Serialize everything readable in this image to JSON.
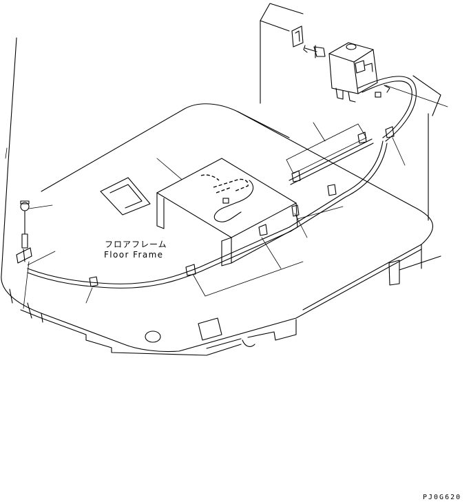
{
  "labels": {
    "floor_frame_jp": "フロアフレーム",
    "floor_frame_en": "Floor Frame",
    "drawing_code": "PJ0G620"
  },
  "colors": {
    "line": "#000000",
    "background": "#ffffff"
  }
}
